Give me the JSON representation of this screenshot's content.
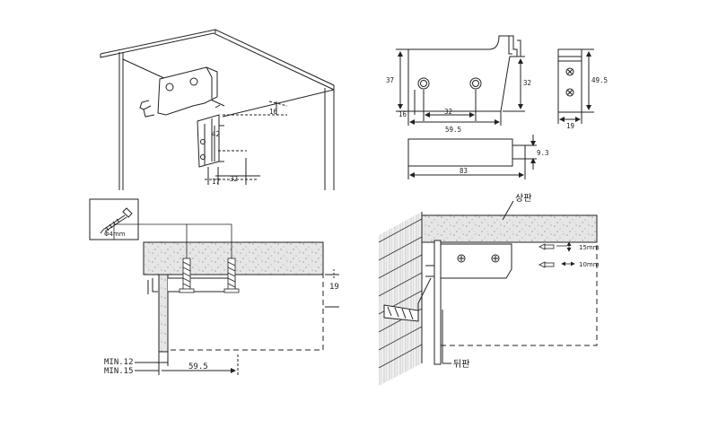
{
  "iso_view": {
    "dim_16": "16",
    "dim_42": "42",
    "dim_17": "17",
    "dim_32": "32"
  },
  "side_view": {
    "dim_37": "37",
    "dim_16": "16",
    "dim_32_height": "32",
    "dim_32_holes": "32",
    "dim_59_5": "59.5"
  },
  "end_view": {
    "dim_49_5": "49.5",
    "dim_19": "19"
  },
  "top_view": {
    "dim_9_3": "9.3",
    "dim_83": "83"
  },
  "screw_box": {
    "label": "Φ4mm"
  },
  "left_section": {
    "dim_19": "19",
    "min_12": "MIN.12",
    "min_15": "MIN.15",
    "dim_59_5": "59.5"
  },
  "right_section": {
    "top_panel_label": "상판",
    "back_panel_label": "뒤판",
    "adjust_15": "15mm",
    "adjust_10": "10mm"
  }
}
